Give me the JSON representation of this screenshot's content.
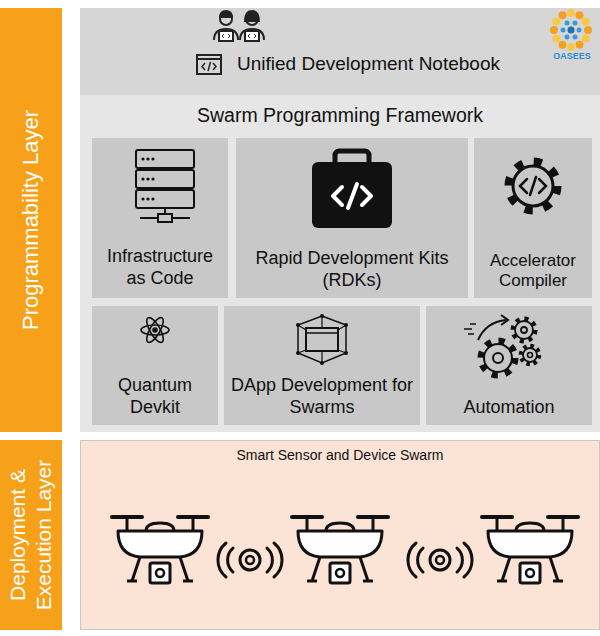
{
  "diagram": {
    "nodes": [
      {
        "text": [
          "Programmability Layer"
        ]
      },
      {
        "text": [
          "Unified Development Notebook"
        ]
      },
      {
        "text": [
          "Swarm Programming Framework"
        ],
        "in": 1
      },
      {
        "text": [
          "Infrastructure as Code"
        ],
        "in": 2
      },
      {
        "text": [
          "Rapid Development Kits (RDKs)"
        ],
        "in": 2
      },
      {
        "text": [
          "Accelerator Compiler"
        ],
        "in": 2
      },
      {
        "text": [
          "Quantum Devkit"
        ],
        "in": 2
      },
      {
        "text": [
          "DApp Development for Swarms"
        ],
        "in": 2
      },
      {
        "text": [
          "Automation"
        ],
        "in": 2
      },
      {
        "text": [
          "Deployment & Execution Layer"
        ]
      },
      {
        "text": [
          "Smart Sensor and Device Swarm"
        ]
      }
    ],
    "labels": [
      "OASEES"
    ]
  }
}
